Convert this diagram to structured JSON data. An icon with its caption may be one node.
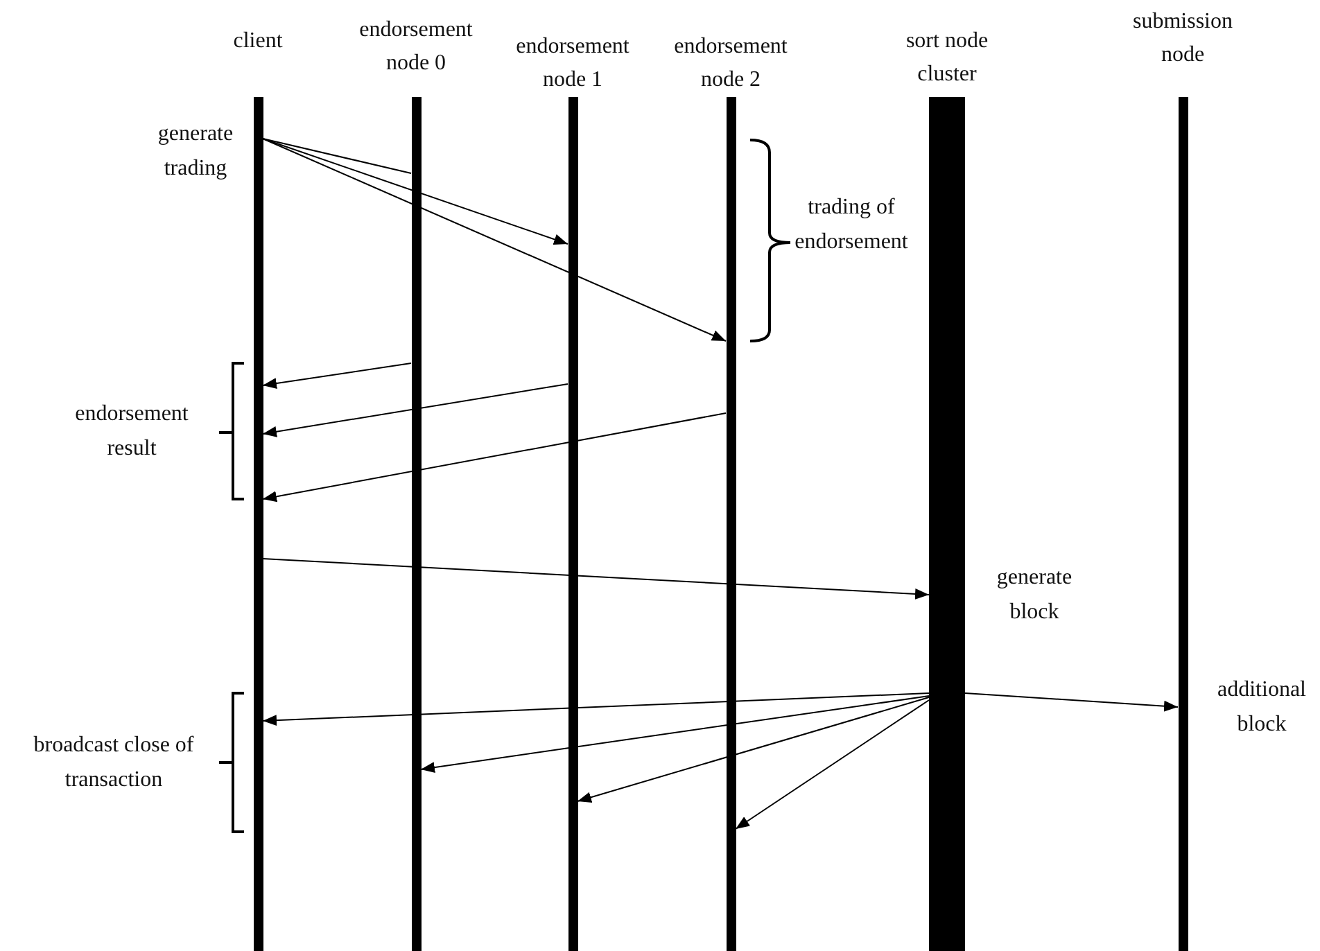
{
  "diagram": {
    "nodes": [
      {
        "text": [
          "client"
        ]
      },
      {
        "text": [
          "endorsement node 0"
        ]
      },
      {
        "text": [
          "endorsement node 1"
        ]
      },
      {
        "text": [
          "endorsement node 2"
        ]
      },
      {
        "text": [
          "sort node cluster"
        ]
      },
      {
        "text": [
          "submission node"
        ]
      }
    ],
    "edges": [
      {
        "from": 0,
        "to": 1,
        "arrow": "none"
      },
      {
        "from": 0,
        "to": 2,
        "arrow": "to"
      },
      {
        "from": 0,
        "to": 3,
        "arrow": "to"
      },
      {
        "from": 1,
        "to": 0,
        "arrow": "to"
      },
      {
        "from": 2,
        "to": 0,
        "arrow": "to"
      },
      {
        "from": 3,
        "to": 0,
        "arrow": "to"
      },
      {
        "from": 0,
        "to": 4,
        "arrow": "to"
      },
      {
        "from": 4,
        "to": 5,
        "arrow": "to"
      },
      {
        "from": 4,
        "to": 0,
        "arrow": "to"
      },
      {
        "from": 4,
        "to": 1,
        "arrow": "to"
      },
      {
        "from": 4,
        "to": 2,
        "arrow": "to"
      },
      {
        "from": 4,
        "to": 3,
        "arrow": "to"
      }
    ],
    "labels": [
      "generate trading",
      "trading of endorsement",
      "endorsement result",
      "generate block",
      "additional block",
      "broadcast close of transaction"
    ]
  }
}
